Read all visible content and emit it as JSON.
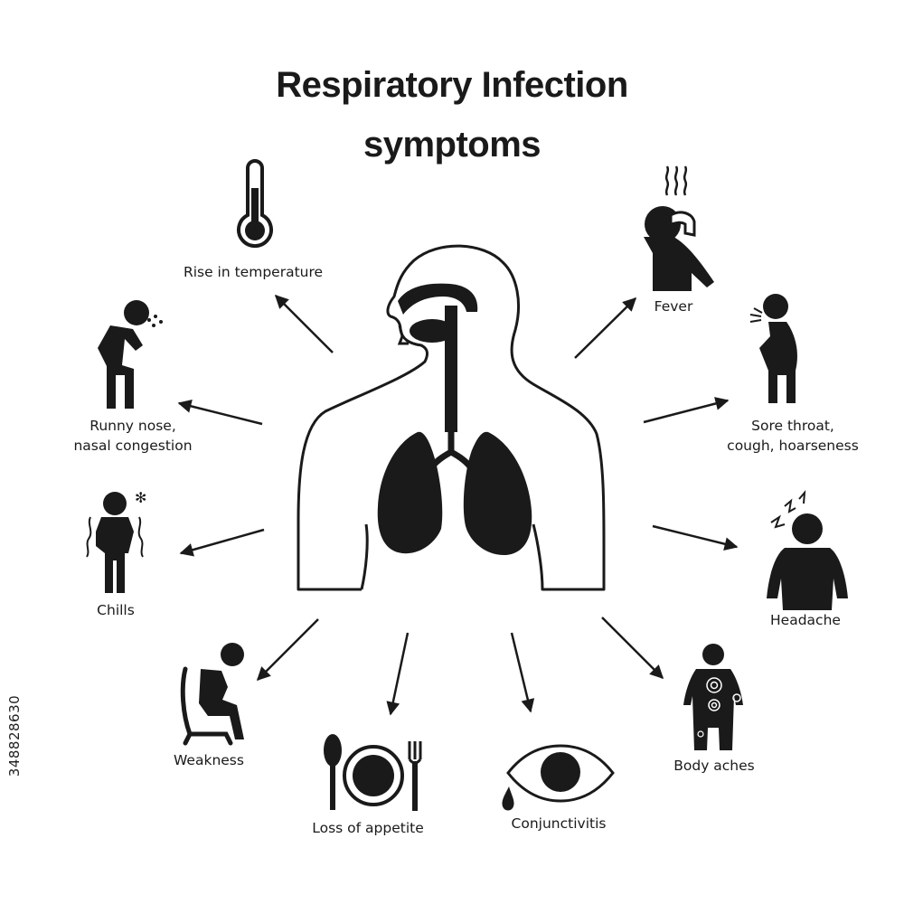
{
  "title": {
    "line1": "Respiratory Infection",
    "line2": "symptoms"
  },
  "symptoms": {
    "rise_in_temperature": {
      "label": "Rise in temperature",
      "icon": "thermometer-icon"
    },
    "fever": {
      "label": "Fever",
      "icon": "fever-person-icon"
    },
    "runny_nose": {
      "line1": "Runny nose,",
      "line2": "nasal congestion",
      "icon": "sneezing-person-icon"
    },
    "sore_throat": {
      "line1": "Sore throat,",
      "line2": "cough, hoarseness",
      "icon": "coughing-person-icon"
    },
    "chills": {
      "label": "Chills",
      "icon": "shivering-person-icon"
    },
    "headache": {
      "label": "Headache",
      "icon": "headache-person-icon"
    },
    "weakness": {
      "label": "Weakness",
      "icon": "seated-tired-person-icon"
    },
    "loss_of_appetite": {
      "label": "Loss of appetite",
      "icon": "plate-cutlery-icon"
    },
    "conjunctivitis": {
      "label": "Conjunctivitis",
      "icon": "eye-tear-icon"
    },
    "body_aches": {
      "label": "Body aches",
      "icon": "body-pain-person-icon"
    }
  },
  "watermark": {
    "stock_id": "348828630"
  },
  "colors": {
    "ink": "#1a1a1a",
    "background": "#ffffff"
  }
}
